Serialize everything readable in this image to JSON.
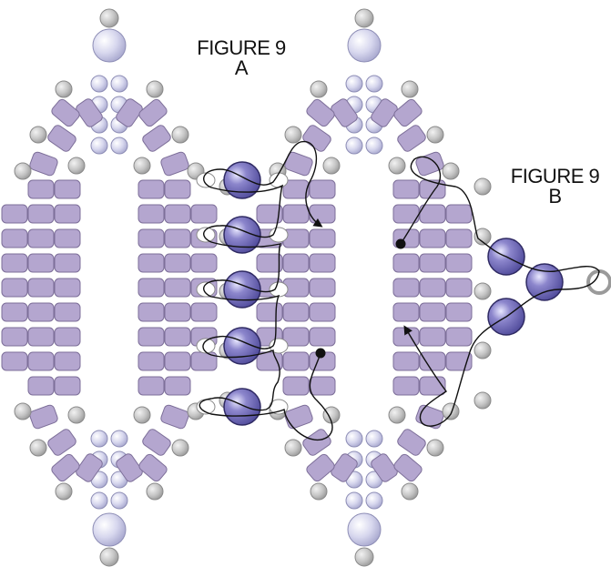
{
  "labels": {
    "figure_a_title": "FIGURE 9",
    "figure_a_letter": "A",
    "figure_b_title": "FIGURE 9",
    "figure_b_letter": "B"
  },
  "colors": {
    "bead_lilac": "#b4a6cf",
    "bead_lilac_edge": "#7d6f99",
    "bead_gray": "#c2c2c2",
    "bead_gray_edge": "#8a8a8a",
    "bead_pale": "#dcdcef",
    "bead_pale_edge": "#8e8eb6",
    "bead_blue": "#6b65b0",
    "bead_blue_edge": "#2f2a63",
    "thread": "#111111"
  }
}
